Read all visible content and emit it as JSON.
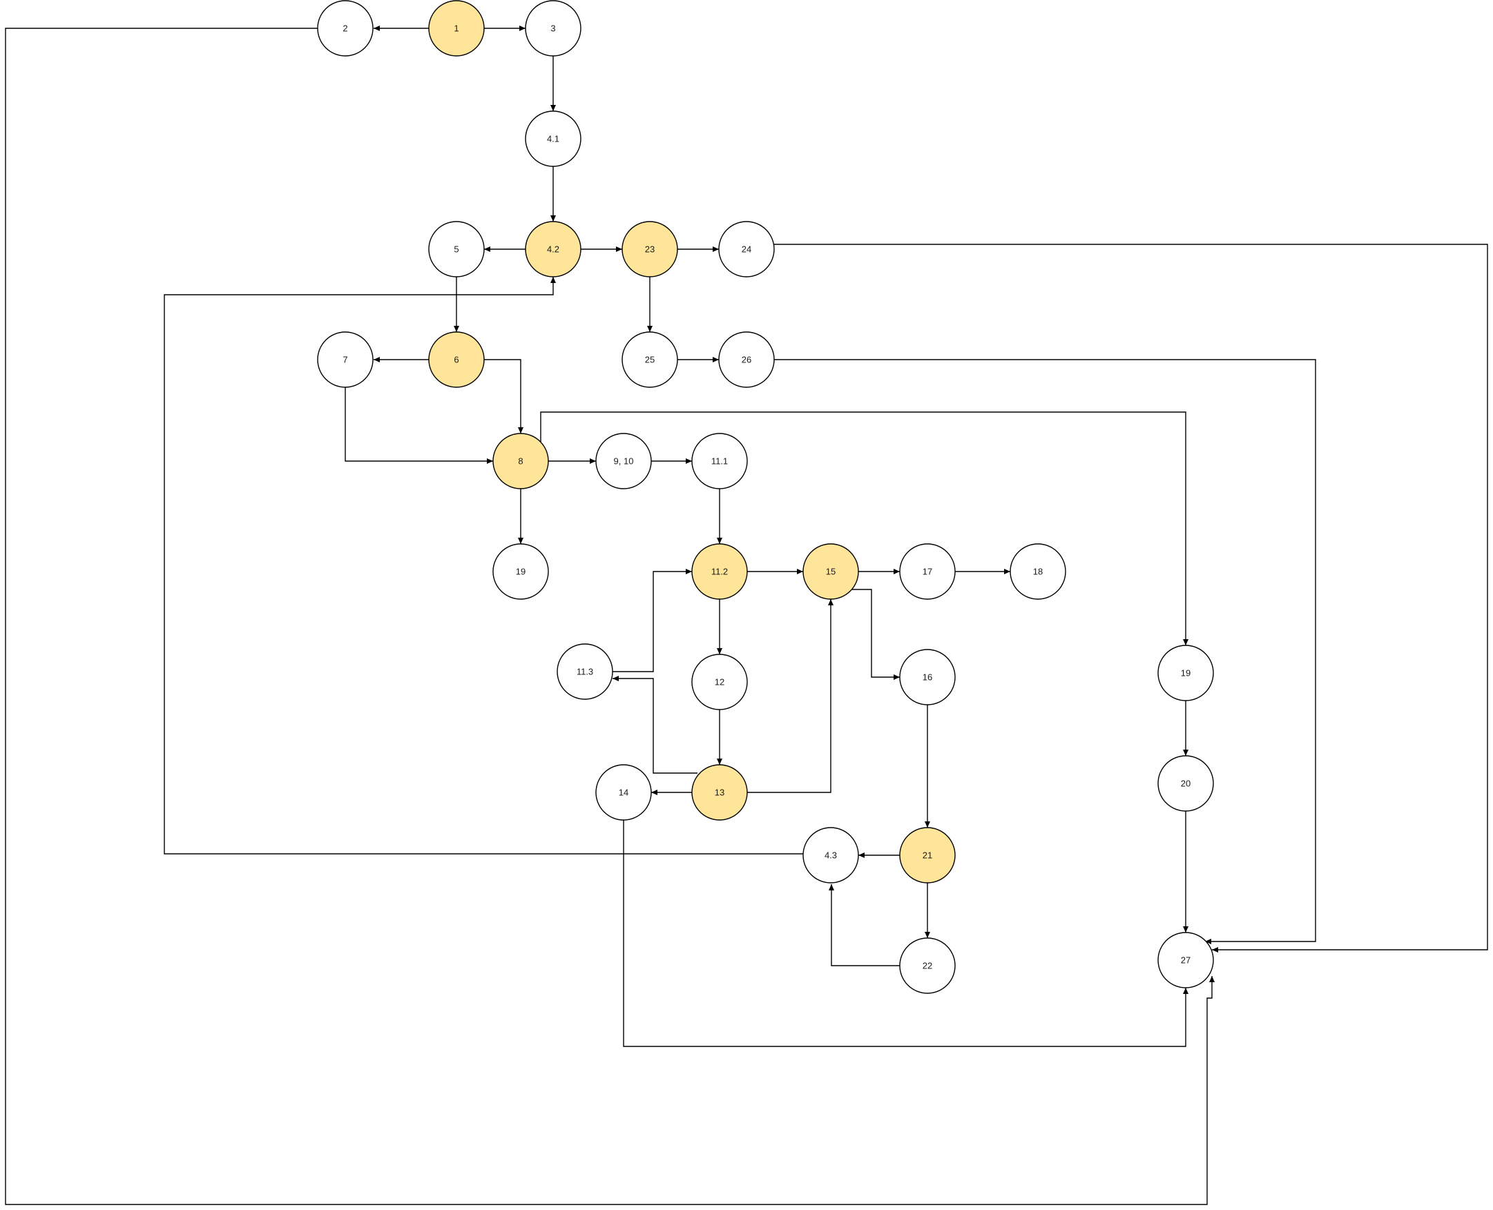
{
  "colors": {
    "decision_fill": "#FFE599",
    "plain_fill": "#FFFFFF",
    "stroke": "#000000"
  },
  "nodes": [
    {
      "id": "n1",
      "label": "1",
      "decision": true
    },
    {
      "id": "n2",
      "label": "2",
      "decision": false
    },
    {
      "id": "n3",
      "label": "3",
      "decision": false
    },
    {
      "id": "n4_1",
      "label": "4.1",
      "decision": false
    },
    {
      "id": "n4_2",
      "label": "4.2",
      "decision": true
    },
    {
      "id": "n5",
      "label": "5",
      "decision": false
    },
    {
      "id": "n23",
      "label": "23",
      "decision": true
    },
    {
      "id": "n24",
      "label": "24",
      "decision": false
    },
    {
      "id": "n6",
      "label": "6",
      "decision": true
    },
    {
      "id": "n7",
      "label": "7",
      "decision": false
    },
    {
      "id": "n25",
      "label": "25",
      "decision": false
    },
    {
      "id": "n26",
      "label": "26",
      "decision": false
    },
    {
      "id": "n8",
      "label": "8",
      "decision": true
    },
    {
      "id": "n9_10",
      "label": "9, 10",
      "decision": false
    },
    {
      "id": "n11_1",
      "label": "11.1",
      "decision": false
    },
    {
      "id": "n19a",
      "label": "19",
      "decision": false
    },
    {
      "id": "n11_2",
      "label": "11.2",
      "decision": true
    },
    {
      "id": "n15",
      "label": "15",
      "decision": true
    },
    {
      "id": "n17",
      "label": "17",
      "decision": false
    },
    {
      "id": "n18",
      "label": "18",
      "decision": false
    },
    {
      "id": "n11_3",
      "label": "11.3",
      "decision": false
    },
    {
      "id": "n12",
      "label": "12",
      "decision": false
    },
    {
      "id": "n16",
      "label": "16",
      "decision": false
    },
    {
      "id": "n19b",
      "label": "19",
      "decision": false
    },
    {
      "id": "n13",
      "label": "13",
      "decision": true
    },
    {
      "id": "n14",
      "label": "14",
      "decision": false
    },
    {
      "id": "n20",
      "label": "20",
      "decision": false
    },
    {
      "id": "n4_3",
      "label": "4.3",
      "decision": false
    },
    {
      "id": "n21",
      "label": "21",
      "decision": true
    },
    {
      "id": "n22",
      "label": "22",
      "decision": false
    },
    {
      "id": "n27",
      "label": "27",
      "decision": false
    }
  ],
  "edges": [
    {
      "from": "n1",
      "to": "n2"
    },
    {
      "from": "n1",
      "to": "n3"
    },
    {
      "from": "n3",
      "to": "n4_1"
    },
    {
      "from": "n4_1",
      "to": "n4_2"
    },
    {
      "from": "n4_2",
      "to": "n5"
    },
    {
      "from": "n4_2",
      "to": "n23"
    },
    {
      "from": "n23",
      "to": "n24"
    },
    {
      "from": "n23",
      "to": "n25"
    },
    {
      "from": "n25",
      "to": "n26"
    },
    {
      "from": "n5",
      "to": "n6"
    },
    {
      "from": "n6",
      "to": "n7"
    },
    {
      "from": "n6",
      "to": "n8"
    },
    {
      "from": "n7",
      "to": "n8"
    },
    {
      "from": "n8",
      "to": "n9_10"
    },
    {
      "from": "n8",
      "to": "n19a"
    },
    {
      "from": "n8",
      "to": "n19b"
    },
    {
      "from": "n9_10",
      "to": "n11_1"
    },
    {
      "from": "n11_1",
      "to": "n11_2"
    },
    {
      "from": "n11_2",
      "to": "n15"
    },
    {
      "from": "n11_2",
      "to": "n12"
    },
    {
      "from": "n15",
      "to": "n17"
    },
    {
      "from": "n17",
      "to": "n18"
    },
    {
      "from": "n15",
      "to": "n16"
    },
    {
      "from": "n11_3",
      "to": "n11_2"
    },
    {
      "from": "n12",
      "to": "n13"
    },
    {
      "from": "n13",
      "to": "n11_3"
    },
    {
      "from": "n13",
      "to": "n14"
    },
    {
      "from": "n13",
      "to": "n15"
    },
    {
      "from": "n16",
      "to": "n21"
    },
    {
      "from": "n21",
      "to": "n4_3"
    },
    {
      "from": "n21",
      "to": "n22"
    },
    {
      "from": "n22",
      "to": "n4_3"
    },
    {
      "from": "n4_3",
      "to": "n4_2"
    },
    {
      "from": "n19b",
      "to": "n20"
    },
    {
      "from": "n20",
      "to": "n27"
    },
    {
      "from": "n14",
      "to": "n27"
    },
    {
      "from": "n24",
      "to": "n27"
    },
    {
      "from": "n26",
      "to": "n27"
    },
    {
      "from": "n2",
      "to": "n27"
    }
  ]
}
